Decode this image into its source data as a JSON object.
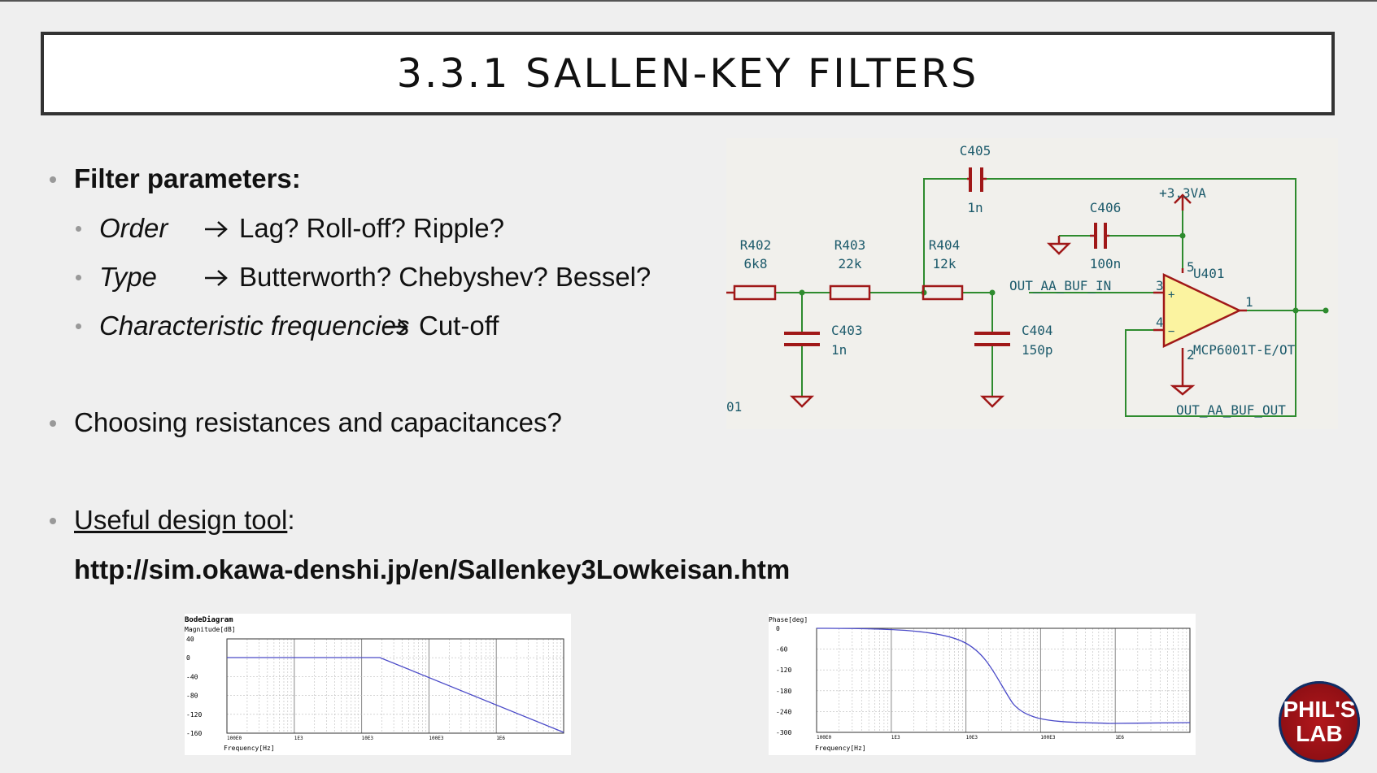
{
  "title": "3.3.1 SALLEN-KEY FILTERS",
  "bullets": {
    "filter_params": "Filter parameters:",
    "order_label": "Order",
    "order_text": "Lag? Roll-off? Ripple?",
    "type_label": "Type",
    "type_text": "Butterworth? Chebyshev? Bessel?",
    "freq_label": "Characteristic frequencies",
    "freq_text": "Cut-off",
    "choosing": "Choosing resistances and capacitances?",
    "useful": "Useful design tool",
    "useful_colon": ":",
    "url": "http://sim.okawa-denshi.jp/en/Sallenkey3Lowkeisan.htm"
  },
  "schematic": {
    "C405_ref": "C405",
    "C405_val": "1n",
    "C406_ref": "C406",
    "C406_val": "100n",
    "R402_ref": "R402",
    "R402_val": "6k8",
    "R403_ref": "R403",
    "R403_val": "22k",
    "R404_ref": "R404",
    "R404_val": "12k",
    "C403_ref": "C403",
    "C403_val": "1n",
    "C404_ref": "C404",
    "C404_val": "150p",
    "power": "+3.3VA",
    "net_in": "OUT_AA_BUF_IN",
    "net_out": "OUT_AA_BUF_OUT",
    "U401_ref": "U401",
    "U401_val": "MCP6001T-E/OT",
    "pin1": "1",
    "pin2": "2",
    "pin3": "3",
    "pin4": "4",
    "pin5": "5",
    "edge_label": "01"
  },
  "bode_mag": {
    "title": "BodeDiagram",
    "ylabel": "Magnitude[dB]",
    "xlabel": "Frequency[Hz]",
    "yticks": [
      "40",
      "0",
      "-40",
      "-80",
      "-120",
      "-160"
    ],
    "xticks": [
      "100E0",
      "1E3",
      "10E3",
      "100E3",
      "1E6"
    ]
  },
  "bode_phase": {
    "ylabel": "Phase[deg]",
    "xlabel": "Frequency[Hz]",
    "yticks": [
      "0",
      "-60",
      "-120",
      "-180",
      "-240",
      "-300"
    ],
    "xticks": [
      "100E0",
      "1E3",
      "10E3",
      "100E3",
      "1E6"
    ]
  },
  "logo": {
    "line1": "PHIL'S",
    "line2": "LAB"
  },
  "colors": {
    "schematic_wire": "#2e8b2e",
    "schematic_part": "#a01818",
    "schematic_text": "#1c5a6b",
    "plot_line": "#4a4ac8"
  }
}
